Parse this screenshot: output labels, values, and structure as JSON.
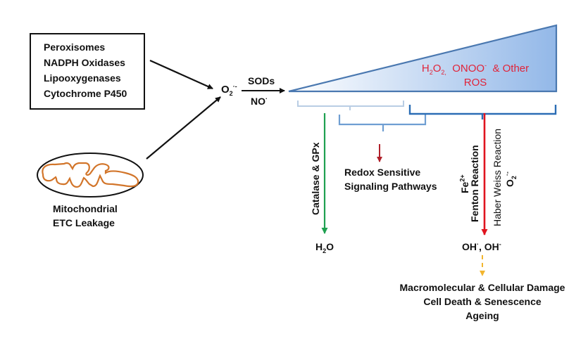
{
  "sources_box": {
    "items": [
      "Peroxisomes",
      "NADPH Oxidases",
      "Lipooxygenases",
      "Cytochrome P450"
    ]
  },
  "mitochondria": {
    "label_line1": "Mitochondrial",
    "label_line2": "ETC Leakage"
  },
  "superoxide": {
    "base": "O",
    "sub": "2",
    "sup": "·-"
  },
  "conversion": {
    "above": "SODs",
    "below_base": "NO",
    "below_sup": "·"
  },
  "ros_gradient": {
    "h2o2_h": "H",
    "h2o2_sub1": "2",
    "h2o2_o": "O",
    "h2o2_sub2": "2,",
    "onoo": "ONOO",
    "onoo_sup": "-",
    "other": "& Other",
    "line2": "ROS",
    "fill_start": "#ffffff",
    "fill_end": "#93b8e8",
    "stroke": "#4a78b0",
    "text_color": "#e0243a"
  },
  "pathways": {
    "antioxidant": {
      "enzyme_label": "Catalase & GPx",
      "product_base": "H",
      "product_sub": "2",
      "product_end": "O",
      "color": "#1fa050"
    },
    "signaling": {
      "line1": "Redox Sensitive",
      "line2": "Signaling Pathways",
      "color": "#b0202a"
    },
    "damage": {
      "fe_base": "Fe",
      "fe_sup": "2+",
      "fenton": "Fenton Reaction",
      "haber": "Haber Weiss Reaction",
      "o2_base": "O",
      "o2_sub": "2",
      "o2_sup": "·-",
      "product": "OH",
      "product_sup1": "·",
      "product_mid": ", OH",
      "product_sup2": "-",
      "color": "#e0141e",
      "dashed_color": "#f2b52e"
    }
  },
  "outcomes": [
    "Macromolecular & Cellular Damage",
    "Cell Death & Senescence",
    "Ageing"
  ],
  "colors": {
    "bracket_light": "#b9cde4",
    "bracket_mid": "#6f9ed2",
    "bracket_dark": "#2b6db5",
    "mito": "#d2752a"
  }
}
